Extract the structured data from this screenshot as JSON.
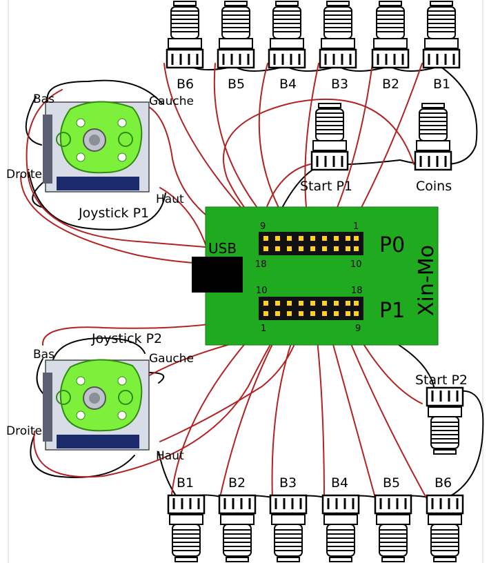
{
  "board": {
    "usb_label": "USB",
    "brand": "Xin-Mo",
    "p0": {
      "label": "P0",
      "pin_left": "9",
      "pin_right": "1",
      "pin_bottom_left": "18",
      "pin_bottom_right": "10"
    },
    "p1": {
      "label": "P1",
      "pin_top_left": "10",
      "pin_top_right": "18",
      "pin_bottom_left": "1",
      "pin_bottom_right": "9"
    }
  },
  "top_buttons": [
    "B6",
    "B5",
    "B4",
    "B3",
    "B2",
    "B1"
  ],
  "bottom_buttons": [
    "B1",
    "B2",
    "B3",
    "B4",
    "B5",
    "B6"
  ],
  "start_p1": "Start P1",
  "coins": "Coins",
  "start_p2": "Start P2",
  "joystick_p1": {
    "title": "Joystick P1",
    "bas": "Bas",
    "gauche": "Gauche",
    "droite": "Droite",
    "haut": "Haut"
  },
  "joystick_p2": {
    "title": "Joystick P2",
    "bas": "Bas",
    "gauche": "Gauche",
    "droite": "Droite",
    "haut": "Haut"
  },
  "colors": {
    "board": "#1faa1f",
    "wire_red": "#b22222",
    "wire_black": "#000000",
    "joystick_green": "#7cf03a",
    "pin": "#ffd21f"
  }
}
